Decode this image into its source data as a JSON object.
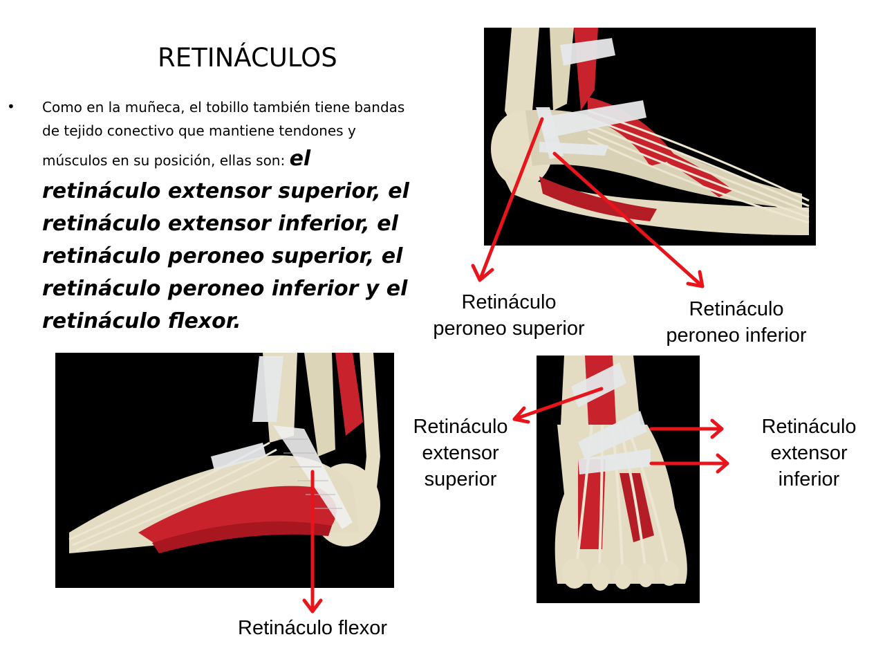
{
  "slide": {
    "title": "RETINÁCULOS",
    "bullet_marker": "•",
    "bullet_intro": "Como en la muñeca, el tobillo también tiene bandas de tejido conectivo que mantiene tendones y músculos en su posición, ellas son: ",
    "bullet_emphasis": "el retináculo extensor superior, el retináculo extensor inferior, el retináculo peroneo superior, el retináculo peroneo inferior y el retináculo flexor."
  },
  "labels": {
    "peroneo_superior": {
      "line1": "Retináculo",
      "line2": "peroneo superior"
    },
    "peroneo_inferior": {
      "line1": "Retináculo",
      "line2": "peroneo inferior"
    },
    "extensor_superior": {
      "line1": "Retináculo",
      "line2": "extensor",
      "line3": "superior"
    },
    "extensor_inferior": {
      "line1": "Retináculo",
      "line2": "extensor",
      "line3": "inferior"
    },
    "flexor": {
      "line1": "Retináculo flexor"
    }
  },
  "colors": {
    "arrow": "#e8141b",
    "panel_background": "#000000",
    "bone": "#e3dcc2",
    "muscle": "#c8232c",
    "tendon": "#ece6d2",
    "band": "#e6e8ea"
  }
}
